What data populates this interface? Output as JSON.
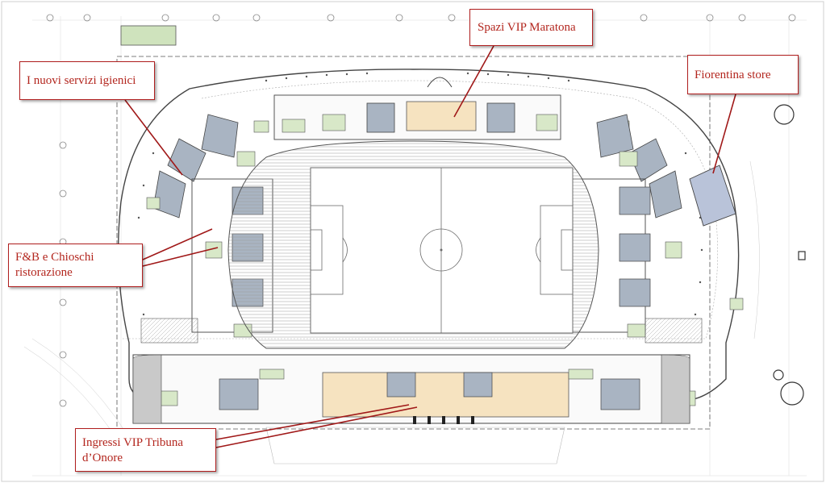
{
  "callouts": {
    "vip_maratona": "Spazi VIP Maratona",
    "servizi_igienici": "I nuovi servizi igienici",
    "fiorentina_store": "Fiorentina store",
    "fb_line1": "F&B e Chioschi",
    "fb_line2": "ristorazione",
    "tribuna_line1": "Ingressi VIP Tribuna",
    "tribuna_line2": "d’Onore"
  },
  "colors": {
    "callout_border": "#b01e1e",
    "callout_text": "#b3261e",
    "arrow": "#a01818",
    "toilet_block": "#a9b4c2",
    "vip_area": "#f6e3c0",
    "fb_area": "#d8e8c8",
    "store_area": "#b9c3d9",
    "pitch_line": "#6b6b6b"
  }
}
